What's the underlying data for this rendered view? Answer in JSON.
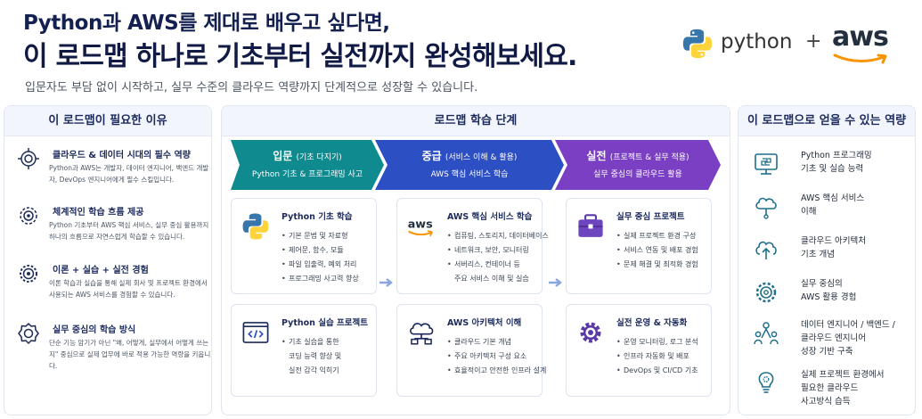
{
  "header": {
    "title_line1": "Python과 AWS를 제대로 배우고 싶다면,",
    "title_line2": "이 로드맵 하나로 기초부터 실전까지 완성해보세요.",
    "subtitle": "입문자도 부담 없이 시작하고, 실무 수준의 클라우드 역량까지 단계적으로 성장할 수 있습니다."
  },
  "logos": {
    "python": "python",
    "plus": "+",
    "aws": "aws"
  },
  "left_panel": {
    "title": "이 로드맵이 필요한 이유",
    "items": [
      {
        "icon": "target-icon",
        "title": "클라우드 & 데이터 시대의 필수 역량",
        "desc": "Python과 AWS는 개발자, 데이터 엔지니어, 백엔드 개발자, DevOps 엔지니어에게 필수 스킬입니다."
      },
      {
        "icon": "network-gear-icon",
        "title": "체계적인 학습 흐름 제공",
        "desc": "Python 기초부터 AWS 핵심 서비스, 실무 중심 활용까지 하나의 흐름으로 자연스럽게 학습할 수 있습니다."
      },
      {
        "icon": "gear-target-icon",
        "title": "이론 + 실습 + 실전 경험",
        "desc": "이론 학습과 실습을 통해 실제 회사 및 프로젝트 환경에서 사용되는 AWS 서비스를 경험할 수 있습니다."
      },
      {
        "icon": "badge-check-icon",
        "title": "실무 중심의 학습 방식",
        "desc": "단순 기능 암기가 아닌 \"왜, 어떻게, 실무에서 어떻게 쓰는지\" 중심으로 실제 업무에 바로 적용 가능한 역량을 키웁니다."
      }
    ]
  },
  "mid_panel": {
    "title": "로드맵 학습 단계",
    "stages": [
      {
        "name": "입문",
        "sub": "(기초 다지기)",
        "desc": "Python 기초 & 프로그래밍 사고",
        "color": "#0f8a8e"
      },
      {
        "name": "중급",
        "sub": "(서비스 이해 & 활용)",
        "desc": "AWS 핵심 서비스 학습",
        "color": "#2d4fc4"
      },
      {
        "name": "실전",
        "sub": "(프로젝트 & 실무 적용)",
        "desc": "실무 중심의 클라우드 활용",
        "color": "#7a3fc2"
      }
    ],
    "cards": [
      {
        "icon": "python-icon",
        "title": "Python 기초 학습",
        "items": [
          "기본 문법 및 자료형",
          "제어문, 함수, 모듈",
          "파일 입출력, 예외 처리",
          "프로그래밍 사고력 향상"
        ]
      },
      {
        "icon": "aws-icon",
        "title": "AWS 핵심 서비스 학습",
        "items": [
          "컴퓨팅, 스토리지, 데이터베이스",
          "네트워크, 보안, 모니터링",
          "서버리스, 컨테이너 등",
          "주요 서비스 이해 및 실습"
        ]
      },
      {
        "icon": "briefcase-icon",
        "title": "실무 중심 프로젝트",
        "items": [
          "실제 프로젝트 환경 구성",
          "서비스 연동 및 배포 경험",
          "문제 해결 및 최적화 경험"
        ]
      },
      {
        "icon": "code-window-icon",
        "title": "Python 실습 프로젝트",
        "items": [
          "기초 실습을 통한",
          "코딩 능력 향상 및",
          "실전 감각 익히기"
        ]
      },
      {
        "icon": "cloud-architecture-icon",
        "title": "AWS 아키텍처 이해",
        "items": [
          "클라우드 기본 개념",
          "주요 아키텍처 구성 요소",
          "효율적이고 안전한 인프라 설계"
        ]
      },
      {
        "icon": "gear-icon",
        "title": "실전 운영 & 자동화",
        "items": [
          "운영 모니터링, 로그 분석",
          "인프라 자동화 및 배포",
          "DevOps 및 CI/CD 기초"
        ]
      }
    ]
  },
  "right_panel": {
    "title": "이 로드맵으로 얻을 수 있는 역량",
    "items": [
      {
        "icon": "monitor-python-icon",
        "text": "Python 프로그래밍\n기초 및 실습 능력"
      },
      {
        "icon": "cloud-network-icon",
        "text": "AWS 핵심 서비스\n이해"
      },
      {
        "icon": "cloud-upload-icon",
        "text": "클라우드 아키텍처\n기초 개념"
      },
      {
        "icon": "gear-icon",
        "text": "실무 중심의\nAWS 활용 경험"
      },
      {
        "icon": "team-network-icon",
        "text": "데이터 엔지니어 / 백엔드 /\n클라우드 엔지니어\n성장 기반 구축"
      },
      {
        "icon": "bulb-gear-icon",
        "text": "실제 프로젝트 환경에서\n필요한 클라우드\n사고방식 습득"
      }
    ]
  },
  "colors": {
    "navy": "#142150",
    "teal": "#0f8a8e",
    "blue": "#2d4fc4",
    "purple": "#7a3fc2",
    "aws_orange": "#f79400"
  }
}
